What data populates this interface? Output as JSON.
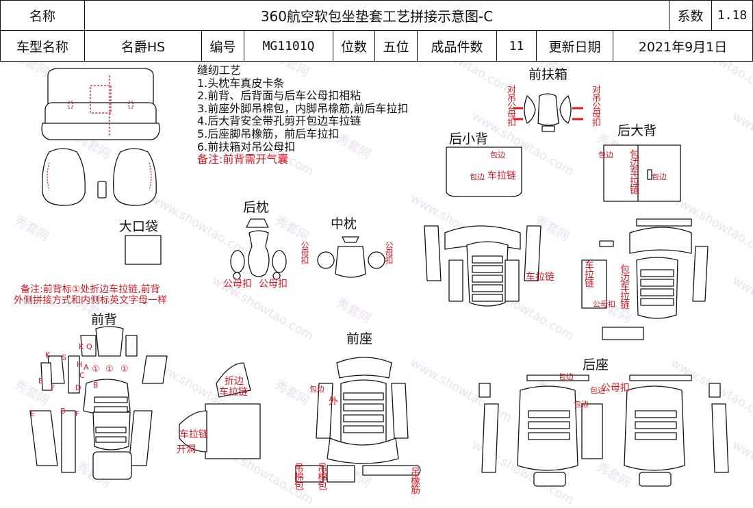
{
  "header": {
    "name_label": "名称",
    "doc_title": "360航空软包坐垫套工艺拼接示意图-C",
    "coef_label": "系数",
    "coef_value": "1.18",
    "model_label": "车型名称",
    "model_value": "名爵HS",
    "code_label": "编号",
    "code_value": "MG1101Q",
    "seats_label": "位数",
    "seats_value": "五位",
    "pieces_label": "成品件数",
    "pieces_value": "11",
    "date_label": "更新日期",
    "date_value": "2021年9月1日"
  },
  "notes": {
    "title": "缝纫工艺",
    "items": [
      "1.头枕车真皮卡条",
      "2.前背、后背面与后车公母扣相粘",
      "3.前座外脚吊棉包，内脚吊橡筋,前后车拉扣",
      "4.后大背安全带孔剪开包边车拉链",
      "5.后座脚吊橡筋，前后车拉扣",
      "6.前扶箱对吊公母扣"
    ],
    "remark": "备注:前背需开气囊"
  },
  "sections": {
    "armrest": "前扶箱",
    "rear_small_back": "后小背",
    "rear_big_back": "后大背",
    "rear_headrest": "后枕",
    "mid_headrest": "中枕",
    "big_pocket": "大口袋",
    "front_back": "前背",
    "front_seat": "前座",
    "rear_seat": "后座"
  },
  "front_back_remark": [
    "备注:前背标①处折边车拉链,前背",
    "外侧拼接方式和内侧标英文字母一样"
  ],
  "annotations": {
    "pair_hang_buckle": "对吊公母扣",
    "edge": "包边",
    "zipper": "车拉链",
    "male_female_buckle": "公母扣",
    "fold_zipper_1": "折边",
    "fold_zipper_2": "车拉链",
    "zipper_hole_1": "车拉链",
    "zipper_hole_2": "开洞",
    "outer": "外",
    "hang_cotton": "吊棉包",
    "hang_rubber": "吊橡筋",
    "edge_zipper": "包边车拉链",
    "front_back_letters": [
      "K",
      "Q",
      "K",
      "S",
      "H",
      "A",
      "C",
      "B",
      "E",
      "F",
      "D",
      "B",
      "E",
      "F"
    ],
    "circled": "①"
  },
  "watermark": [
    "秀套网",
    "www.showtao.com"
  ]
}
